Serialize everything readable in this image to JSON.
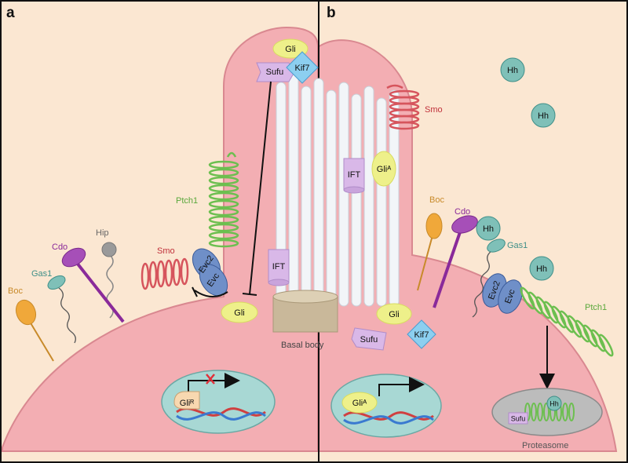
{
  "labels": {
    "panel_a": "a",
    "panel_b": "b",
    "basal_body": "Basal body",
    "proteasome": "Proteasome"
  },
  "molecules": {
    "gli": "Gli",
    "gli_a": "GliᴬA",
    "gli_r": "GliᴿR",
    "sufu": "Sufu",
    "kif7": "Kif7",
    "ift": "IFT",
    "ptch1": "Ptch1",
    "smo": "Smo",
    "evc": "Evc",
    "evc2": "Evc2",
    "hip": "Hip",
    "cdo": "Cdo",
    "gas1": "Gas1",
    "boc": "Boc",
    "hh": "Hh"
  },
  "colors": {
    "background": "#fbe7d2",
    "cell": "#f3aeb3",
    "gli": "#eef08a",
    "sufu": "#d9b8e8",
    "kif7": "#8ccff0",
    "ptch1": "#6cbf4f",
    "smo": "#d6545c",
    "evc": "#6f8fc8",
    "cdo": "#a64fb8",
    "boc": "#f0a83a",
    "hh": "#7fc0b8",
    "nucleus": "#a8d8d4"
  }
}
